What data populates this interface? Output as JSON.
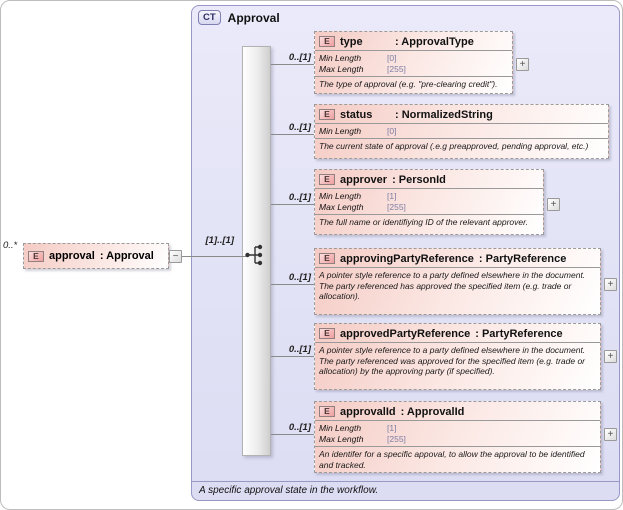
{
  "icons": {
    "element_badge": "E",
    "collapse_label": "−",
    "expand_label": "+"
  },
  "colors": {
    "container_fill": "#e4e4f6",
    "container_border": "#9898c4",
    "element_pink": "#f5cbc4",
    "facet_value": "#7d7da6",
    "connector": "#8a8a8a"
  },
  "root": {
    "cardinality": "0..*",
    "name": "approval",
    "type_label": ": Approval",
    "occurrence": "[1]..[1]"
  },
  "container": {
    "badge": "CT",
    "title": "Approval",
    "footer_annotation": "A specific approval state in the workflow.",
    "elements": [
      {
        "name": "type",
        "type_label": ": ApprovalType",
        "cardinality": "0..[1]",
        "facets": [
          {
            "label": "Min Length",
            "value": "[0]"
          },
          {
            "label": "Max Length",
            "value": "[255]"
          }
        ],
        "annotation": "The type of approval (e.g. \"pre-clearing credit\").",
        "expandable": true
      },
      {
        "name": "status",
        "type_label": ": NormalizedString",
        "cardinality": "0..[1]",
        "facets": [
          {
            "label": "Min Length",
            "value": "[0]"
          }
        ],
        "annotation": "The current state of approval (.e.g preapproved, pending approval, etc.)",
        "expandable": false
      },
      {
        "name": "approver",
        "type_label": ": PersonId",
        "cardinality": "0..[1]",
        "facets": [
          {
            "label": "Min Length",
            "value": "[1]"
          },
          {
            "label": "Max Length",
            "value": "[255]"
          }
        ],
        "annotation": "The full name or identifiying ID of the relevant approver.",
        "expandable": true
      },
      {
        "name": "approvingPartyReference",
        "type_label": ": PartyReference",
        "cardinality": "0..[1]",
        "facets": [],
        "annotation": "A pointer style reference to a party defined elsewhere in the document. The party referenced has approved the specified item (e.g. trade or allocation).",
        "expandable": true
      },
      {
        "name": "approvedPartyReference",
        "type_label": ": PartyReference",
        "cardinality": "0..[1]",
        "facets": [],
        "annotation": "A pointer style reference to a party defined elsewhere in the document. The party referenced was approved for the specified item (e.g. trade or allocation) by the approving party (if specified).",
        "expandable": true
      },
      {
        "name": "approvalId",
        "type_label": ": ApprovalId",
        "cardinality": "0..[1]",
        "facets": [
          {
            "label": "Min Length",
            "value": "[1]"
          },
          {
            "label": "Max Length",
            "value": "[255]"
          }
        ],
        "annotation": "An identifer for a specific appoval, to allow the approval to be identified and tracked.",
        "expandable": true
      }
    ]
  }
}
